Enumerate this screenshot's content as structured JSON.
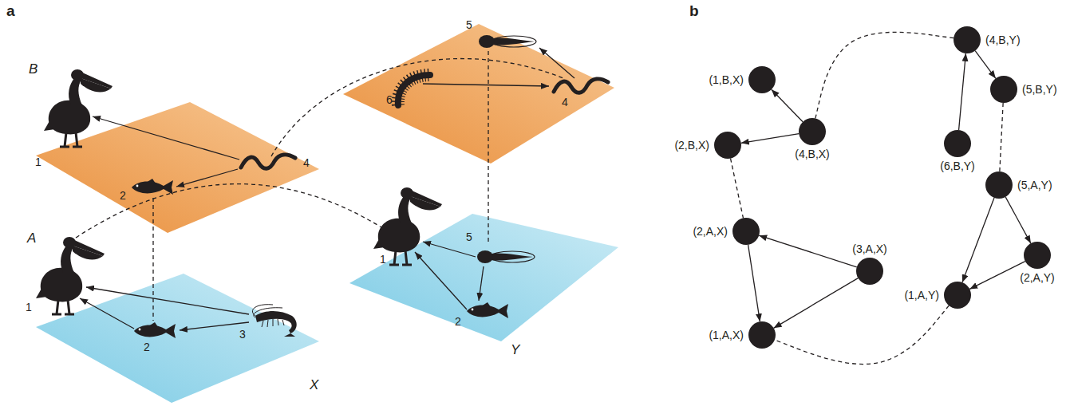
{
  "diagram": {
    "nodes": [
      {
        "text": [
          "(4,B,Y)"
        ]
      },
      {
        "text": [
          "(1,B,X)"
        ]
      },
      {
        "text": [
          "(5,B,Y)"
        ]
      },
      {
        "text": [
          "(4,B,X)"
        ]
      },
      {
        "text": [
          "(2,B,X)"
        ]
      },
      {
        "text": [
          "(6,B,Y)"
        ]
      },
      {
        "text": [
          "(5,A,Y)"
        ]
      },
      {
        "text": [
          "(2,A,X)"
        ]
      },
      {
        "text": [
          "(3,A,X)"
        ]
      },
      {
        "text": [
          "(2,A,Y)"
        ]
      },
      {
        "text": [
          "(1,A,Y)"
        ]
      },
      {
        "text": [
          "(1,A,X)"
        ]
      }
    ],
    "edges": [
      {
        "from": 3,
        "to": 1,
        "arrow": "to"
      },
      {
        "from": 3,
        "to": 4,
        "arrow": "to"
      },
      {
        "from": 3,
        "to": 0,
        "arrow": "none"
      },
      {
        "from": 5,
        "to": 0,
        "arrow": "to"
      },
      {
        "from": 0,
        "to": 2,
        "arrow": "to"
      },
      {
        "from": 2,
        "to": 6,
        "arrow": "none"
      },
      {
        "from": 4,
        "to": 7,
        "arrow": "none"
      },
      {
        "from": 8,
        "to": 7,
        "arrow": "to"
      },
      {
        "from": 8,
        "to": 11,
        "arrow": "to"
      },
      {
        "from": 7,
        "to": 11,
        "arrow": "to"
      },
      {
        "from": 6,
        "to": 9,
        "arrow": "to"
      },
      {
        "from": 6,
        "to": 10,
        "arrow": "to"
      },
      {
        "from": 9,
        "to": 10,
        "arrow": "to"
      },
      {
        "from": 10,
        "to": 11,
        "arrow": "none"
      }
    ],
    "labels": [
      "a",
      "B",
      "1",
      "2",
      "4",
      "A",
      "1",
      "2",
      "3",
      "X",
      "5",
      "6",
      "4",
      "1",
      "5",
      "2",
      "Y",
      "b"
    ]
  }
}
